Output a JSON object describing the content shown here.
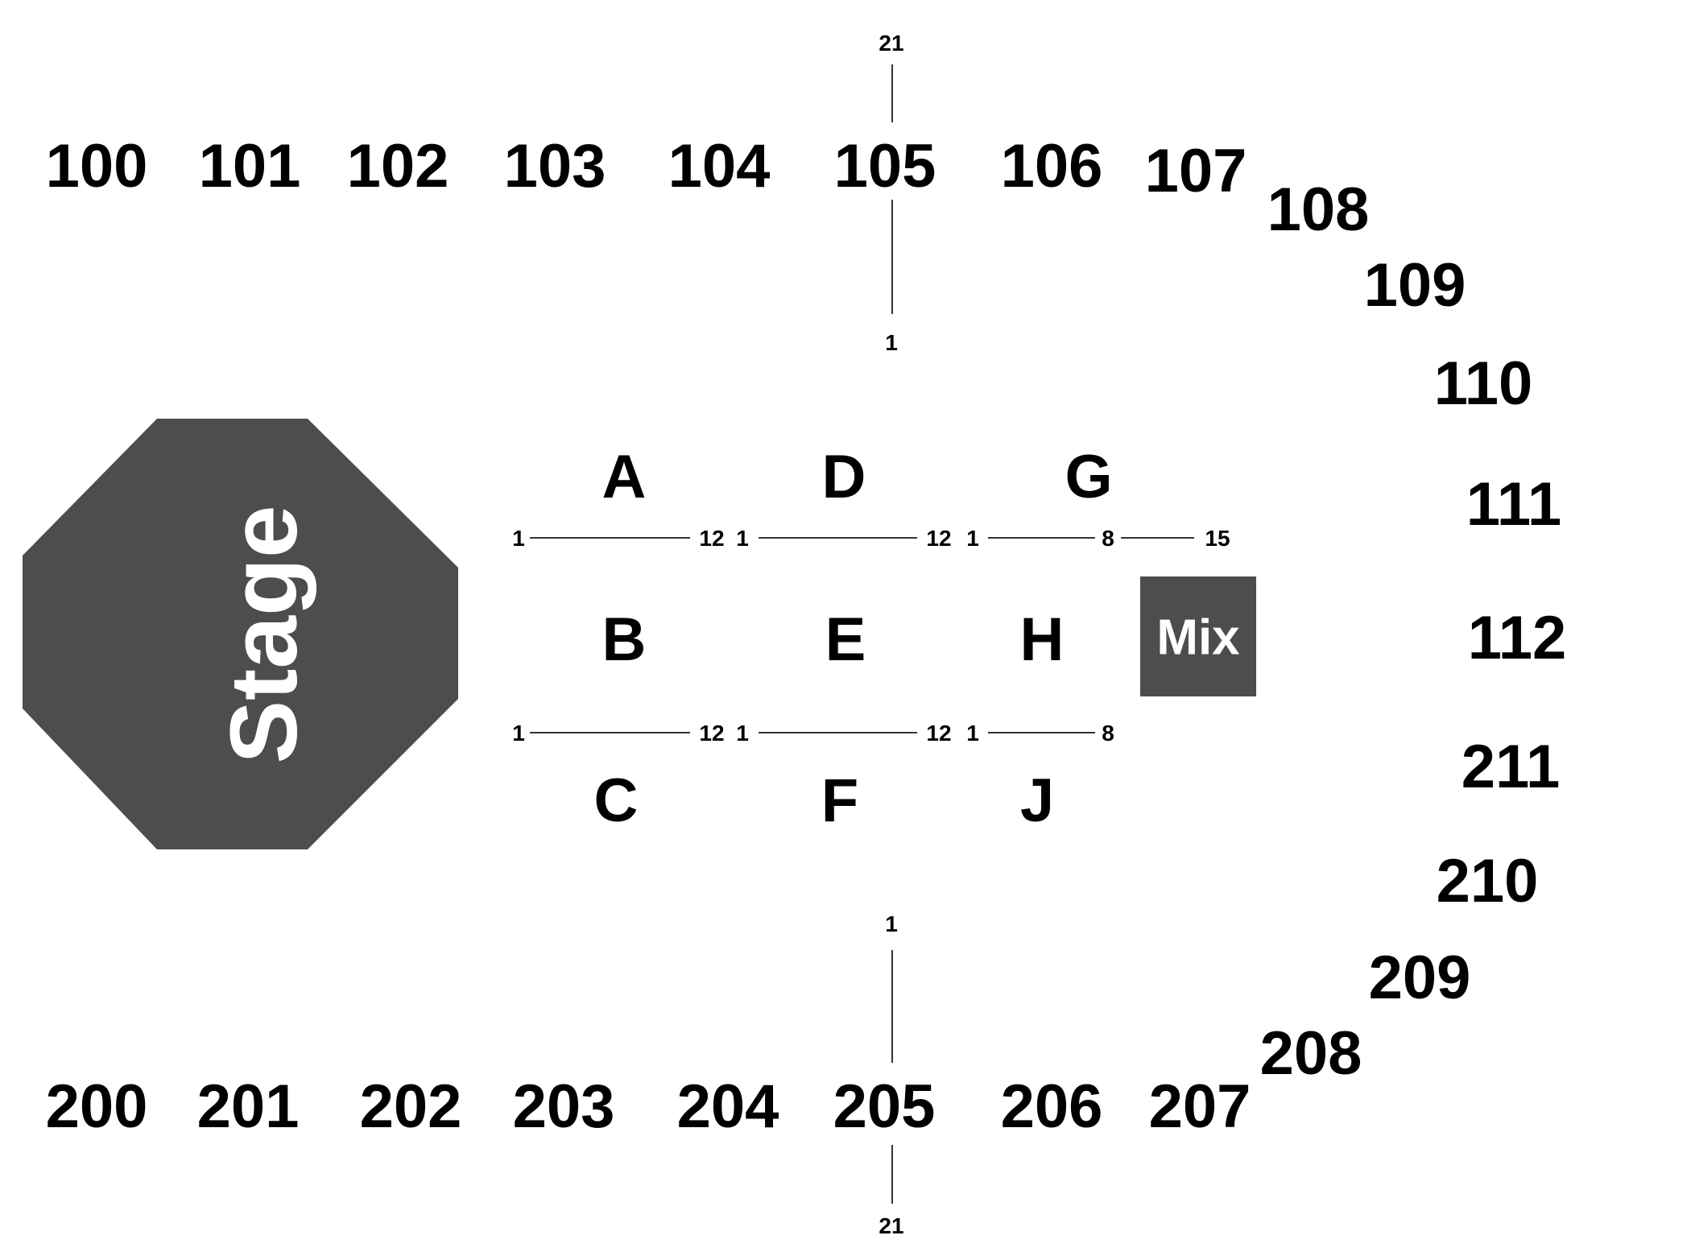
{
  "colors": {
    "stage_fill": "#4d4d4d",
    "mix_fill": "#4d4d4d",
    "label_text": "#000000",
    "block_label_text": "#ffffff"
  },
  "stage": {
    "label": "Stage"
  },
  "mix": {
    "label": "Mix"
  },
  "sections_top": [
    "100",
    "101",
    "102",
    "103",
    "104",
    "105",
    "106",
    "107",
    "108",
    "109",
    "110",
    "111",
    "112"
  ],
  "sections_bottom": [
    "200",
    "201",
    "202",
    "203",
    "204",
    "205",
    "206",
    "207",
    "208",
    "209",
    "210",
    "211"
  ],
  "floor_rows": {
    "row1": [
      "A",
      "D",
      "G"
    ],
    "row2": [
      "B",
      "E",
      "H"
    ],
    "row3": [
      "C",
      "F",
      "J"
    ]
  },
  "seat_numbers": {
    "line_a": [
      "1",
      "12"
    ],
    "line_d": [
      "1",
      "12"
    ],
    "line_g": [
      "1",
      "8",
      "15"
    ],
    "line_b": [
      "1",
      "12"
    ],
    "line_e": [
      "1",
      "12"
    ],
    "line_h": [
      "1",
      "8"
    ],
    "aisle_top": [
      "21",
      "1"
    ],
    "aisle_bottom": [
      "1",
      "21"
    ]
  }
}
